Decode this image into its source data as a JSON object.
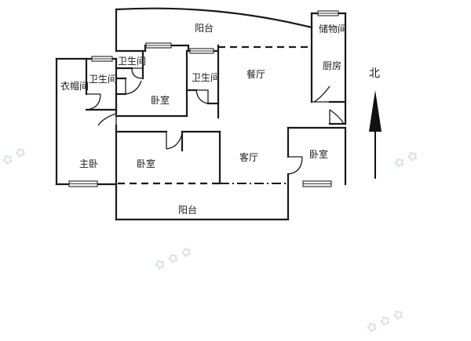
{
  "rooms": {
    "balcony_north": "阳台",
    "storage": "储物间",
    "bath_small": "卫生间",
    "bath_left": "卫生间",
    "bath_right": "卫生间",
    "dining": "餐厅",
    "kitchen": "厨房",
    "closet": "衣帽间",
    "bedroom_upper": "卧室",
    "master_bedroom": "主卧",
    "bedroom_center": "卧室",
    "living": "客厅",
    "bedroom_right": "卧室",
    "balcony_south": "阳台"
  },
  "compass": {
    "label": "北",
    "icon": "north-arrow-icon"
  }
}
